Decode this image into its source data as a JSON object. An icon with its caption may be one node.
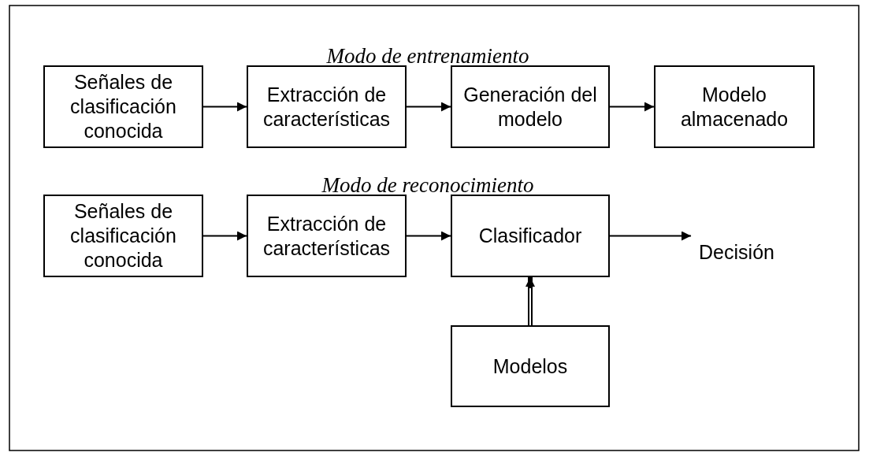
{
  "diagram": {
    "nodes": [
      {
        "text": [
          "Señales de clasificación conocida"
        ]
      },
      {
        "text": [
          "Extracción de características"
        ]
      },
      {
        "text": [
          "Generación del modelo"
        ]
      },
      {
        "text": [
          "Modelo almacenado"
        ]
      },
      {
        "text": [
          "Señales de clasificación conocida"
        ]
      },
      {
        "text": [
          "Extracción de características"
        ]
      },
      {
        "text": [
          "Clasificador"
        ]
      },
      {
        "text": [
          "Decisión"
        ]
      },
      {
        "text": [
          "Modelos"
        ]
      }
    ],
    "edges": [
      {
        "from": 0,
        "to": 1,
        "arrow": "to"
      },
      {
        "from": 1,
        "to": 2,
        "arrow": "to"
      },
      {
        "from": 2,
        "to": 3,
        "arrow": "to"
      },
      {
        "from": 4,
        "to": 5,
        "arrow": "to"
      },
      {
        "from": 5,
        "to": 6,
        "arrow": "to"
      },
      {
        "from": 6,
        "to": 7,
        "arrow": "to"
      },
      {
        "from": 8,
        "to": 6,
        "arrow": "to",
        "style": "thick"
      }
    ],
    "labels": [
      "Modo de entrenamiento",
      "Modo de reconocimiento"
    ]
  }
}
